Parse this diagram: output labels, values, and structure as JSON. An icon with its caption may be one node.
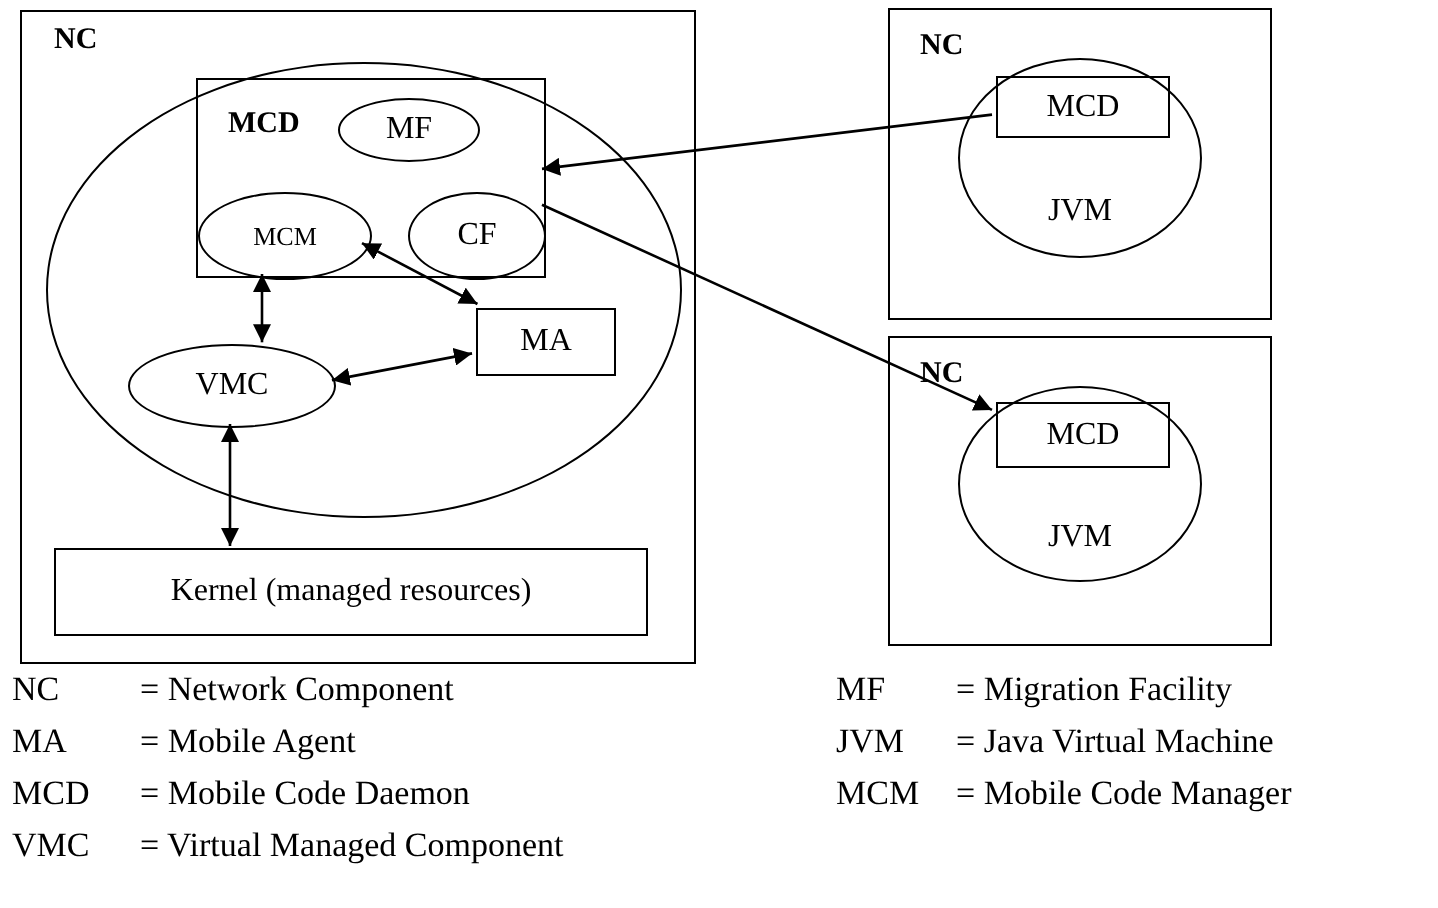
{
  "diagram": {
    "nodes": [
      {
        "text": [
          "NC"
        ]
      },
      {
        "text": [],
        "shape": "circle",
        "in": 0
      },
      {
        "text": [
          "MCD"
        ],
        "in": 1
      },
      {
        "text": [
          "MF"
        ],
        "in": 2
      },
      {
        "text": [
          "MCM"
        ],
        "in": 2
      },
      {
        "text": [
          "CF"
        ],
        "in": 2
      },
      {
        "text": [
          "MA"
        ],
        "in": 1
      },
      {
        "text": [
          "VMC"
        ],
        "in": 1
      },
      {
        "text": [
          "Kernel (managed resources)"
        ],
        "in": 0
      },
      {
        "text": [
          "NC"
        ]
      },
      {
        "text": [
          "JVM"
        ],
        "in": 9
      },
      {
        "text": [
          "MCD"
        ],
        "in": 10
      },
      {
        "text": [
          "NC"
        ]
      },
      {
        "text": [
          "JVM"
        ],
        "in": 12
      },
      {
        "text": [
          "MCD"
        ],
        "in": 13
      }
    ],
    "edges": [
      {
        "from": 11,
        "to": 2,
        "arrow": "to"
      },
      {
        "from": 2,
        "to": 14,
        "arrow": "to"
      },
      {
        "from": 2,
        "to": 7,
        "arrow": "both"
      },
      {
        "from": 4,
        "to": 6,
        "arrow": "both"
      },
      {
        "from": 7,
        "to": 6,
        "arrow": "both"
      },
      {
        "from": 7,
        "to": 8,
        "arrow": "both"
      }
    ],
    "labels": [
      "NC",
      "= Network Component",
      "MF",
      "= Migration Facility",
      "MA",
      "= Mobile Agent",
      "JVM",
      "= Java Virtual Machine",
      "MCD",
      "= Mobile Code Daemon",
      "MCM",
      "= Mobile Code Manager",
      "VMC",
      "= Virtual Managed Component"
    ]
  }
}
